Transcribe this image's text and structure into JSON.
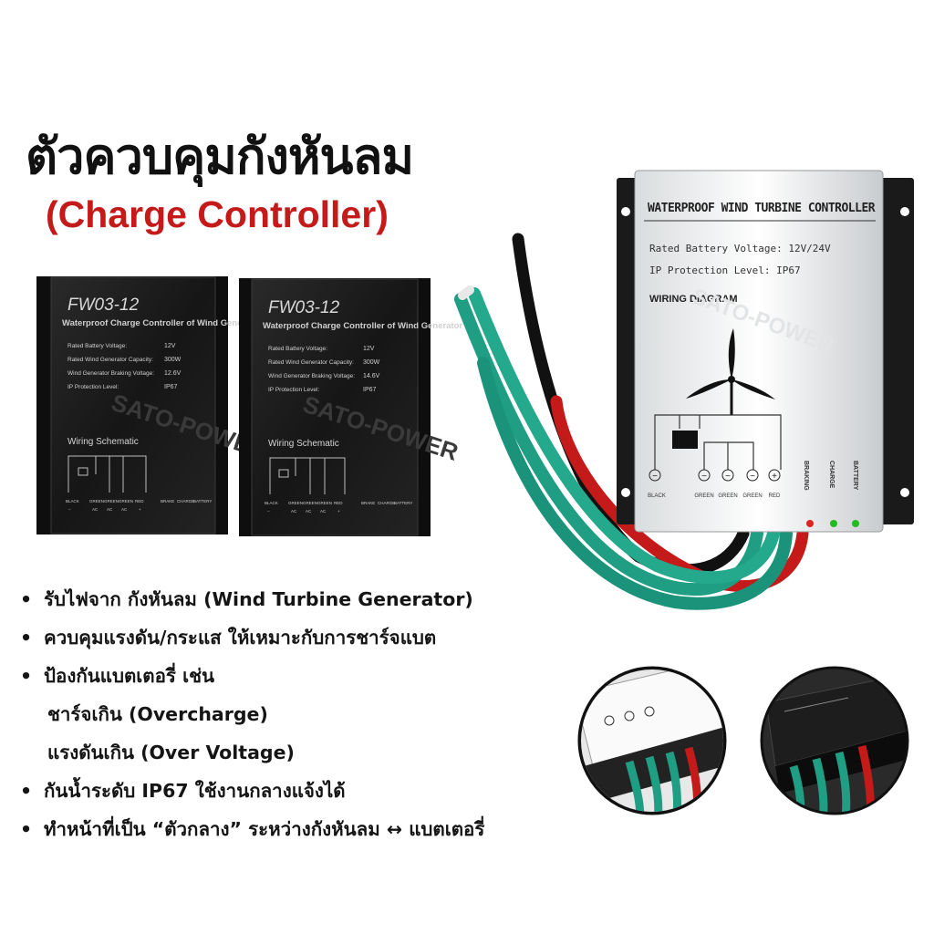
{
  "headline": {
    "thai": "ตัวควบคุมกังหันลม",
    "english": "(Charge Controller)"
  },
  "black_controller_left": {
    "model": "FW03-12",
    "subtitle": "Waterproof Charge Controller of Wind Generator",
    "specs": [
      {
        "label": "Rated Battery Voltage:",
        "value": "12V"
      },
      {
        "label": "Rated Wind Generator Capacity:",
        "value": "300W"
      },
      {
        "label": "Wind Generator Braking Voltage:",
        "value": "12.6V"
      },
      {
        "label": "IP Protection Level:",
        "value": "IP67"
      }
    ],
    "wiring": "Wiring Schematic",
    "terminals": [
      "BLACK",
      "GREEN",
      "GREEN",
      "GREEN",
      "RED"
    ],
    "terminal_sub": [
      "−",
      "AC",
      "AC",
      "AC",
      "+"
    ],
    "leds": [
      "BRAKE",
      "CHARGE",
      "BATTERY"
    ],
    "watermark": "SATO-POWER"
  },
  "black_controller_right": {
    "model": "FW03-12",
    "subtitle": "Waterproof Charge Controller of Wind Generator",
    "specs": [
      {
        "label": "Rated Battery Voltage:",
        "value": "12V"
      },
      {
        "label": "Rated Wind Generator Capacity:",
        "value": "300W"
      },
      {
        "label": "Wind Generator Braking Voltage:",
        "value": "14.6V"
      },
      {
        "label": "IP Protection Level:",
        "value": "IP67"
      }
    ],
    "wiring": "Wiring Schematic",
    "terminals": [
      "BLACK",
      "GREEN",
      "GREEN",
      "GREEN",
      "RED"
    ],
    "terminal_sub": [
      "−",
      "AC",
      "AC",
      "AC",
      "+"
    ],
    "leds": [
      "BRAKE",
      "CHARGE",
      "BATTERY"
    ],
    "watermark": "SATO-POWER"
  },
  "white_controller": {
    "title": "WATERPROOF WIND TURBINE CONTROLLER",
    "rated": "Rated Battery Voltage: 12V/24V",
    "ip": "IP Protection Level: IP67",
    "diagram": "WIRING DIAGRAM",
    "watermark": "SATO-POWER",
    "terminals": [
      "BLACK",
      "GREEN",
      "GREEN",
      "GREEN",
      "RED"
    ],
    "symbols": [
      "−",
      "~",
      "~",
      "~",
      "+"
    ],
    "status": [
      "BRAKING",
      "CHARGE",
      "BATTERY"
    ]
  },
  "bullets": [
    "รับไฟจาก กังหันลม (Wind Turbine Generator)",
    "ควบคุมแรงดัน/กระแส ให้เหมาะกับการชาร์จแบต",
    "ป้องกันแบตเตอรี่ เช่น",
    "ชาร์จเกิน (Overcharge)",
    "แรงดันเกิน (Over Voltage)",
    "กันน้ำระดับ IP67 ใช้งานกลางแจ้งได้",
    "ทำหน้าที่เป็น “ตัวกลาง” ระหว่างกังหันลม ↔ แบตเตอรี่"
  ],
  "bullet_char": "•",
  "colors": {
    "accent_red": "#c41a1a",
    "wire_green": "#1f9e84",
    "wire_red": "#d42020",
    "panel_black": "#1c1c1c"
  }
}
